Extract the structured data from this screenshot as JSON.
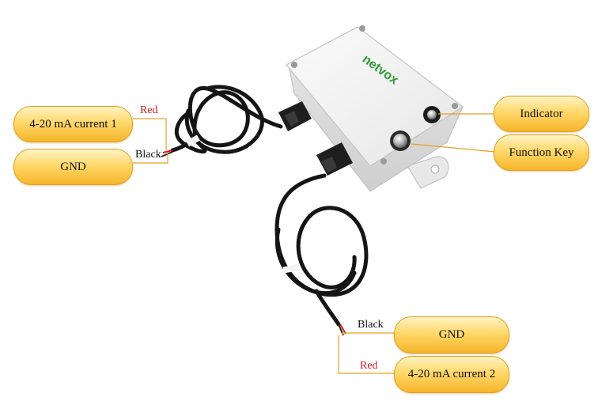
{
  "callouts": {
    "left_current": "4-20 mA current 1",
    "left_gnd": "GND",
    "indicator": "Indicator",
    "function_key": "Function Key",
    "bottom_gnd": "GND",
    "bottom_current": "4-20 mA current 2"
  },
  "wires": {
    "left_red": "Red",
    "left_black": "Black",
    "bottom_black": "Black",
    "bottom_red": "Red"
  },
  "device": {
    "brand": "netvox"
  },
  "colors": {
    "red_wire": "#d21a1a",
    "leader_line": "#e8a020",
    "brand_green": "#2e9a3a",
    "housing": "#f1f1f1"
  }
}
